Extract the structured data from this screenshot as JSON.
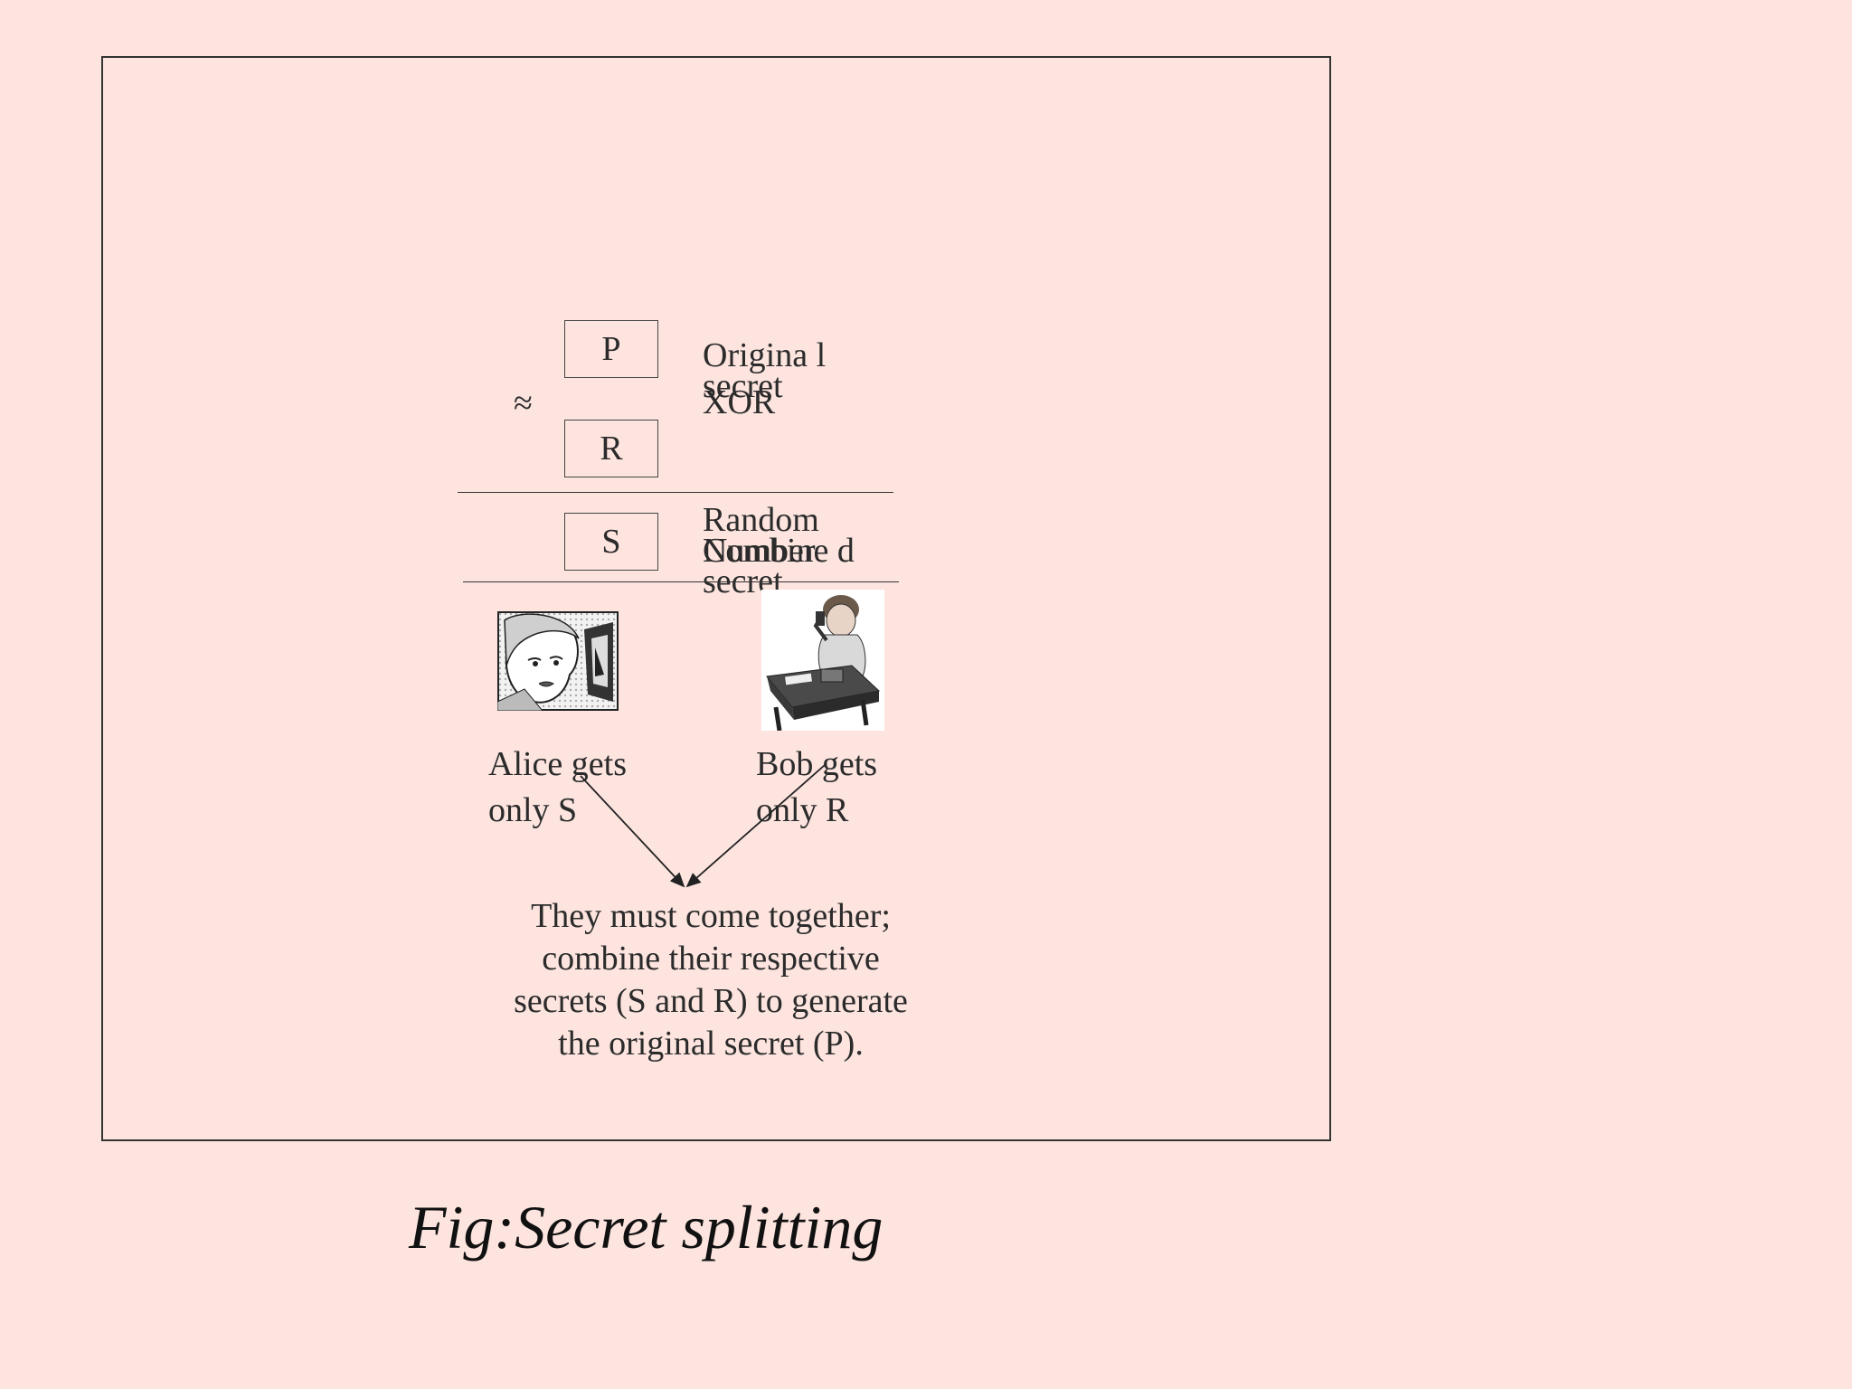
{
  "figure": {
    "boxes": {
      "p": "P",
      "r": "R",
      "s": "S"
    },
    "approx_symbol": "≈",
    "labels": {
      "original_secret": "Origina l secret",
      "xor": "XOR",
      "random_number": "Random Number",
      "combined_secret": "Combine d secret"
    },
    "alice_text": "Alice gets only S",
    "bob_text": "Bob gets only R",
    "note": "They must come together; combine their respective secrets (S and R) to generate the original secret (P)."
  },
  "caption": "Fig:Secret splitting"
}
